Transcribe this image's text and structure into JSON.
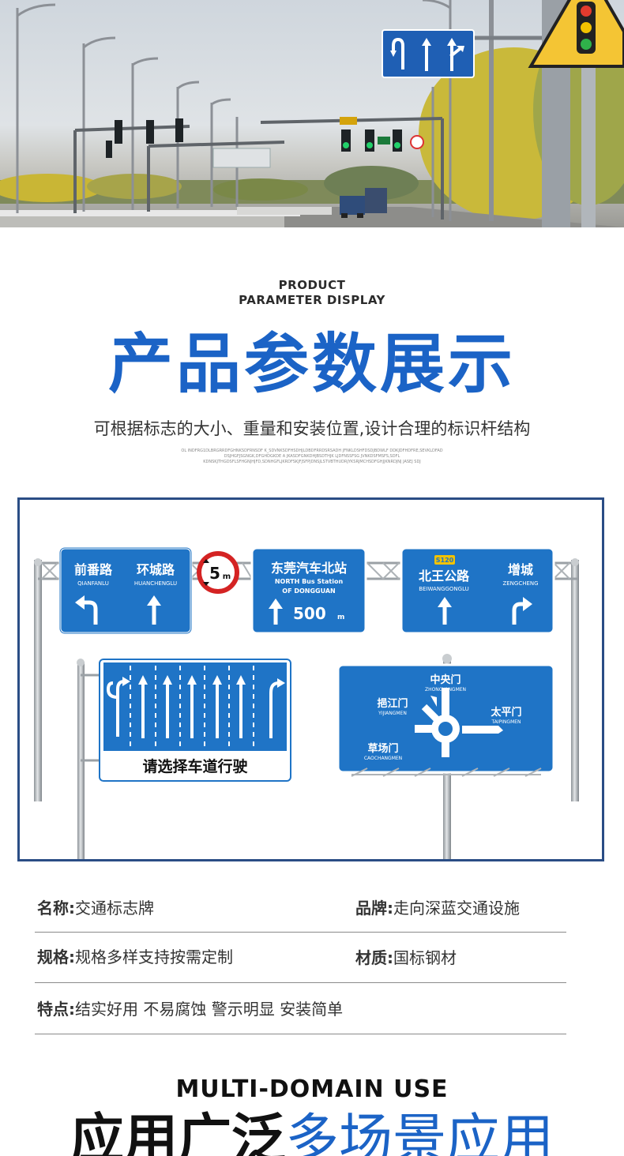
{
  "hero": {
    "overhead_sign_arrows": [
      "left-uturn",
      "straight",
      "straight-right"
    ]
  },
  "headline": {
    "en_line1": "PRODUCT",
    "en_line2": "PARAMETER DISPLAY",
    "cn_title": "产品参数展示",
    "subtitle": "可根据标志的大小、重量和安装位置,设计合理的标识杆结构",
    "fine_lines": [
      "OL INDFRG1DLBRGRRDFGHNKSDFRNSDF K_SDVNKSDFHSDHJLDBDFRRDSRSADH JFNKLDSHFDSDJBDWLF DDKJDFHDFRE,SEVKLDFAD",
      "DSJHGFJSGNGK,DFGHDGKDE A JKASDFGNKDHJBSDTHJK LJDFNSSFSG JVNKDSFMSFS,SDFL",
      "KDNSKJTHGDSFLSFHGNJHJFD,SDNHGFLJKRDFSKJFJSFPJDNSJLSTVBTHUDRJYKSRJMCHSDFGHJJKNRDJNJ JASEJ SDJ"
    ]
  },
  "signs": {
    "sign1": {
      "left_cn": "前番路",
      "left_en": "QIANFANLU",
      "right_cn": "环城路",
      "right_en": "HUANCHENGLU"
    },
    "height_limit": {
      "value": "5",
      "unit": "m"
    },
    "sign2": {
      "title_cn": "东莞汽车北站",
      "title_en1": "NORTH Bus Station",
      "title_en2": "OF DONGGUAN",
      "distance": "500",
      "distance_unit": "m"
    },
    "sign3": {
      "route": "S120",
      "left_cn": "北王公路",
      "left_en": "BEIWANGGONGLU",
      "right_cn": "增城",
      "right_en": "ZENGCHENG"
    },
    "lane_sign": {
      "caption": "请选择车道行驶"
    },
    "roundabout": {
      "top_cn": "中央门",
      "top_en": "ZHONGYANGMEN",
      "left_cn": "挹江门",
      "left_en": "YIJIANGMEN",
      "right_cn": "太平门",
      "right_en": "TAIPINGMEN",
      "bottom_cn": "草场门",
      "bottom_en": "CAOCHANGMEN"
    }
  },
  "params": {
    "name_key": "名称:",
    "name_val": "交通标志牌",
    "brand_key": "品牌:",
    "brand_val": "走向深蓝交通设施",
    "spec_key": "规格:",
    "spec_val": "规格多样支持按需定制",
    "material_key": "材质:",
    "material_val": "国标钢材",
    "feature_key": "特点:",
    "feature_val": "结实好用 不易腐蚀 警示明显 安装简单"
  },
  "footer": {
    "en": "MULTI-DOMAIN USE",
    "cn_a": "应用广泛",
    "cn_b": "多场景应用"
  },
  "colors": {
    "brand_blue": "#1b63c6",
    "sign_blue": "#1f74c6",
    "frame_border": "#2a4d85",
    "route_yellow": "#f2c200",
    "limit_red": "#d42323"
  }
}
